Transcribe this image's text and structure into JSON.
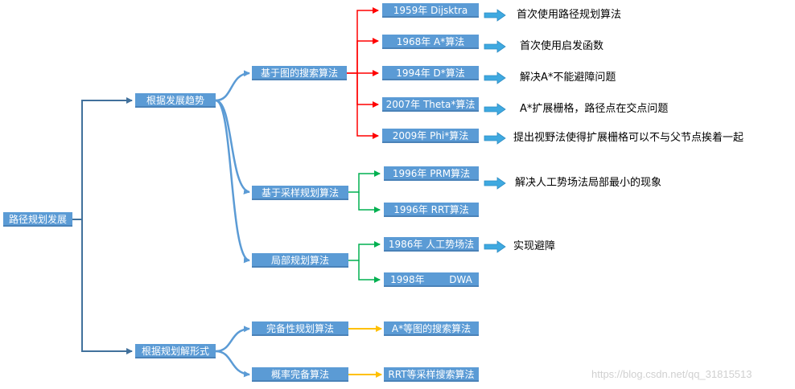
{
  "root": "路径规划发展",
  "level1": {
    "trend": "根据发展趋势",
    "form": "根据规划解形式"
  },
  "level2": {
    "graph": "基于图的搜索算法",
    "sampling": "基于采样规划算法",
    "local": "局部规划算法",
    "complete": "完备性规划算法",
    "prob": "概率完备算法"
  },
  "graph_items": [
    {
      "label": "1959年 Dijsktra",
      "note": "首次使用路径规划算法"
    },
    {
      "label": "1968年 A*算法",
      "note": "首次使用启发函数"
    },
    {
      "label": "1994年 D*算法",
      "note": "解决A*不能避障问题"
    },
    {
      "label": "2007年 Theta*算法",
      "note": "A*扩展栅格，路径点在交点问题"
    },
    {
      "label": "2009年 Phi*算法",
      "note": "提出视野法使得扩展栅格可以不与父节点挨着一起"
    }
  ],
  "sampling_items": [
    {
      "label": "1996年 PRM算法",
      "note": "解决人工势场法局部最小的现象"
    },
    {
      "label": "1996年 RRT算法",
      "note": ""
    }
  ],
  "local_items": [
    {
      "label": "1986年 人工势场法",
      "note": "实现避障"
    },
    {
      "label": "1998年        DWA",
      "note": ""
    }
  ],
  "complete_item": "A*等图的搜索算法",
  "prob_item": "RRT等采样搜索算法",
  "watermark": "https://blog.csdn.net/qq_31815513",
  "colors": {
    "node": "#5b9bd5",
    "connector_blue": "#5b9bd5",
    "red": "#ff0000",
    "green": "#00b050",
    "gold": "#ffc000"
  }
}
